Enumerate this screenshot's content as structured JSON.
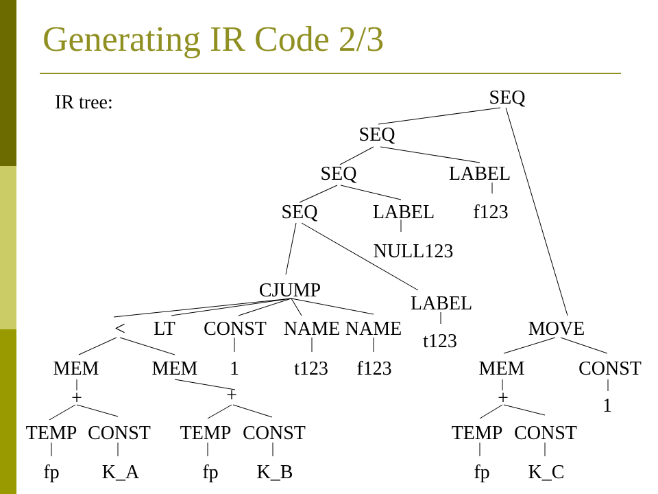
{
  "slide": {
    "title": "Generating IR Code 2/3",
    "subtitle": "IR tree:"
  },
  "tree": {
    "nodes": {
      "seq_root": "SEQ",
      "seq_2": "SEQ",
      "seq_3": "SEQ",
      "seq_4": "SEQ",
      "label_f": "LABEL",
      "f123_a": "f123",
      "label_null": "LABEL",
      "null123": "NULL123",
      "cjump": "CJUMP",
      "label_t": "LABEL",
      "t123_a": "t123",
      "lt_sym": "<",
      "lt": "LT",
      "const_c": "CONST",
      "name_1": "NAME",
      "name_2": "NAME",
      "one_a": "1",
      "t123_b": "t123",
      "f123_b": "f123",
      "mem_a": "MEM",
      "mem_b": "MEM",
      "plus_a": "+",
      "plus_b": "+",
      "temp_a": "TEMP",
      "const_a": "CONST",
      "temp_b": "TEMP",
      "const_b": "CONST",
      "fp_a": "fp",
      "ka": "K_A",
      "fp_b": "fp",
      "kb": "K_B",
      "move": "MOVE",
      "mem_c": "MEM",
      "const_m": "CONST",
      "one_m": "1",
      "plus_c": "+",
      "temp_c": "TEMP",
      "const_cc": "CONST",
      "fp_c": "fp",
      "kc": "K_C"
    }
  },
  "colors": {
    "title": "#8f8f22",
    "bar_dark": "#6b6b00",
    "bar_light": "#cccc66",
    "bar_mid": "#999900"
  }
}
